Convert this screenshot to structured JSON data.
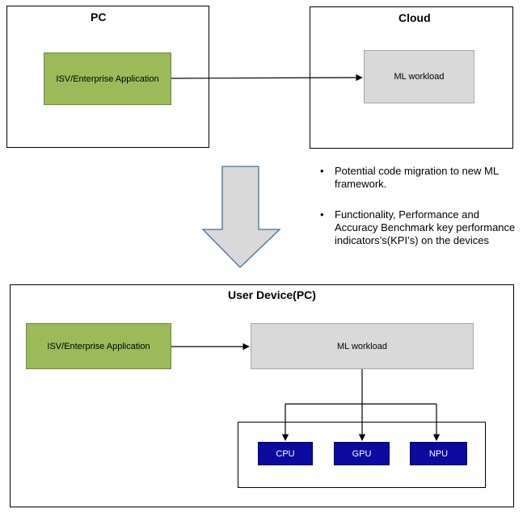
{
  "top": {
    "pc_title": "PC",
    "cloud_title": "Cloud",
    "isv_app": "ISV/Enterprise Application",
    "ml_workload": "ML workload"
  },
  "notes": [
    "Potential code migration to new ML framework.",
    "Functionality, Performance and Accuracy Benchmark key performance indicators’s(KPI’s) on the devices"
  ],
  "bottom": {
    "title": "User Device(PC)",
    "isv_app": "ISV/Enterprise Application",
    "ml_workload": "ML workload",
    "processors": [
      "CPU",
      "GPU",
      "NPU"
    ]
  },
  "colors": {
    "app_green": "#9bbb59",
    "workload_grey": "#d9d9d9",
    "processor_blue": "#0b0aa0",
    "arrow_fill": "#d9d9d9",
    "arrow_stroke": "#41719c"
  }
}
